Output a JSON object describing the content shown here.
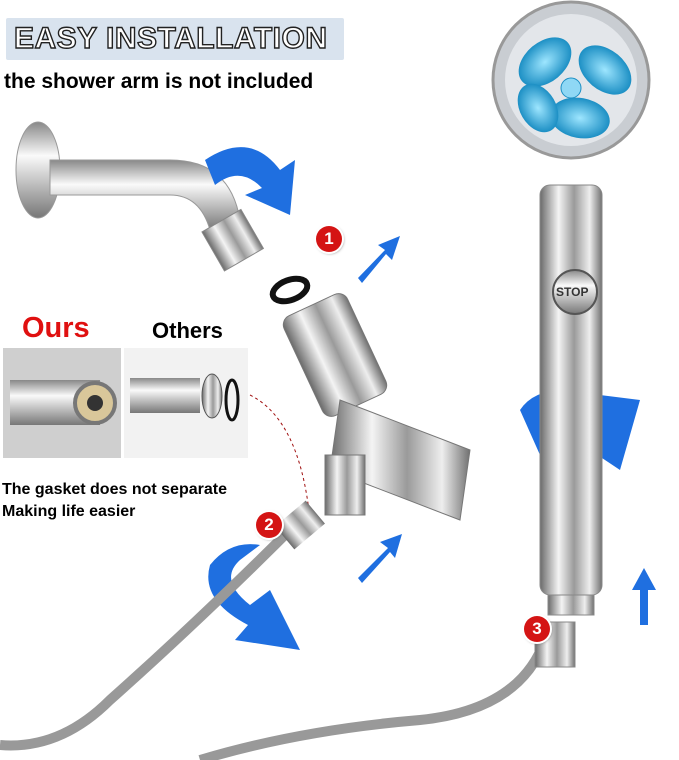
{
  "header": {
    "title": "EASY INSTALLATION",
    "subtitle": "the shower arm is not included"
  },
  "comparison": {
    "ours_label": "Ours",
    "others_label": "Others",
    "note_line1": "The gasket does not separate",
    "note_line2": "Making life easier"
  },
  "steps": [
    "1",
    "2",
    "3"
  ],
  "showerhead": {
    "button_label": "STOP"
  },
  "colors": {
    "arrow": "#1f6fe0",
    "badge": "#d41414",
    "fan": "#3bb8e6",
    "banner": "#d9e3ee"
  }
}
